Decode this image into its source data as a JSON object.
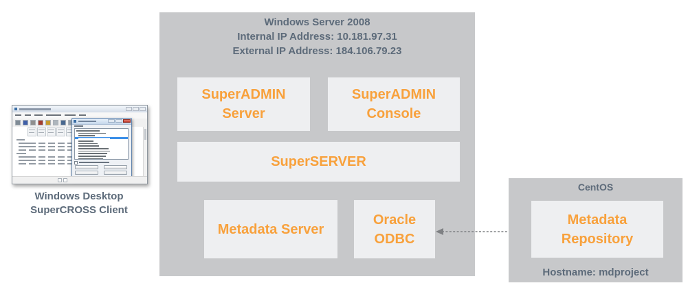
{
  "client": {
    "caption": "Windows Desktop\nSuperCROSS Client"
  },
  "windows_server": {
    "title": "Windows Server 2008",
    "internal_ip": "Internal IP Address: 10.181.97.31",
    "external_ip": "External IP Address: 184.106.79.23",
    "boxes": {
      "superadmin_server": "SuperADMIN\nServer",
      "superadmin_console": "SuperADMIN\nConsole",
      "superserver": "SuperSERVER",
      "metadata_server": "Metadata Server",
      "oracle_odbc": "Oracle\nODBC"
    }
  },
  "centos": {
    "title": "CentOS",
    "repository": "Metadata\nRepository",
    "hostname": "Hostname: mdproject"
  },
  "connection": {
    "type": "dashed-double-headed-arrow",
    "from": "Oracle ODBC",
    "to": "Metadata Repository"
  },
  "colors": {
    "container_gray": "#c7c8ca",
    "box_fill": "#eeeff1",
    "accent_orange": "#f8a13c",
    "text_slate": "#5d6b7a",
    "arrow_gray": "#7e8083"
  }
}
